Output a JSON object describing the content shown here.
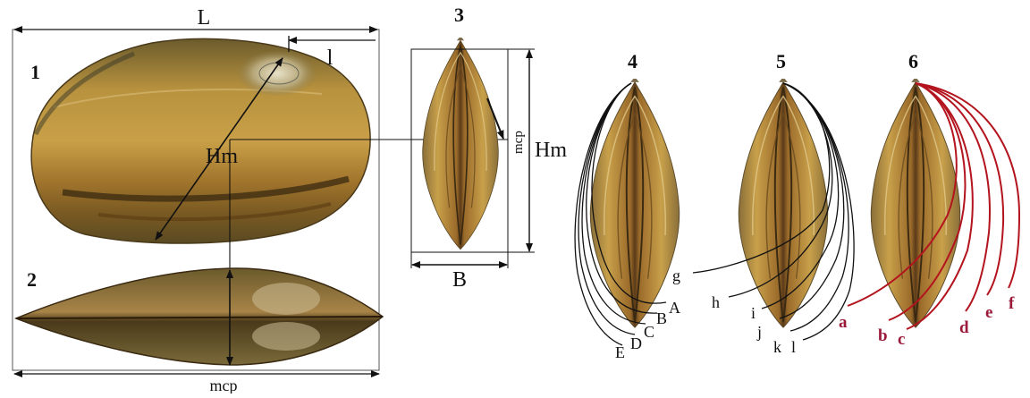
{
  "figure": {
    "panel_numbers": [
      "1",
      "2",
      "3",
      "4",
      "5",
      "6"
    ],
    "dimension_labels": {
      "length": "L",
      "umbo_distance": "l",
      "max_height": "Hm",
      "side_height": "Hm",
      "width": "B",
      "convexity_top": "mcp",
      "convexity_end": "mcp"
    },
    "curve_labels": {
      "panel4": [
        "A",
        "B",
        "C",
        "D",
        "E"
      ],
      "panel5": [
        "g",
        "h",
        "i",
        "j",
        "k",
        "l"
      ],
      "panel6": [
        "a",
        "b",
        "c",
        "d",
        "e",
        "f"
      ]
    },
    "colors": {
      "line": "#111111",
      "red_curves": "#b3141e",
      "red_labels": "#9b1a3a"
    }
  }
}
